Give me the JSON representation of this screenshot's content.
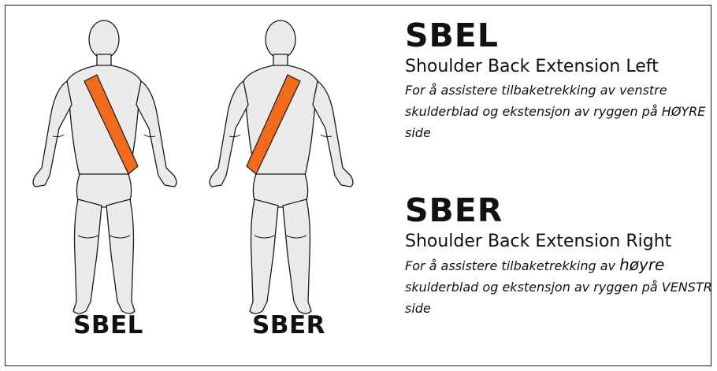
{
  "figures": {
    "left_caption": "SBEL",
    "right_caption": "SBER",
    "strap_color": "#f26a1b",
    "body_fill": "#ebebeb",
    "outline_color": "#1a1a1a",
    "icon_left": "back-view-figure-icon",
    "icon_right": "back-view-figure-icon"
  },
  "products": [
    {
      "code": "SBEL",
      "name": "Shoulder Back Extension Left",
      "description": "For å assistere tilbaketrekking av venstre skulderblad og ekstensjon av ryggen på HØYRE side"
    },
    {
      "code": "SBER",
      "name": "Shoulder Back Extension Right",
      "description_before": "For å assistere tilbaketrekking av ",
      "description_highlight": "høyre",
      "description_after": " skulderblad og ekstensjon av ryggen på VENSTRE side"
    }
  ]
}
